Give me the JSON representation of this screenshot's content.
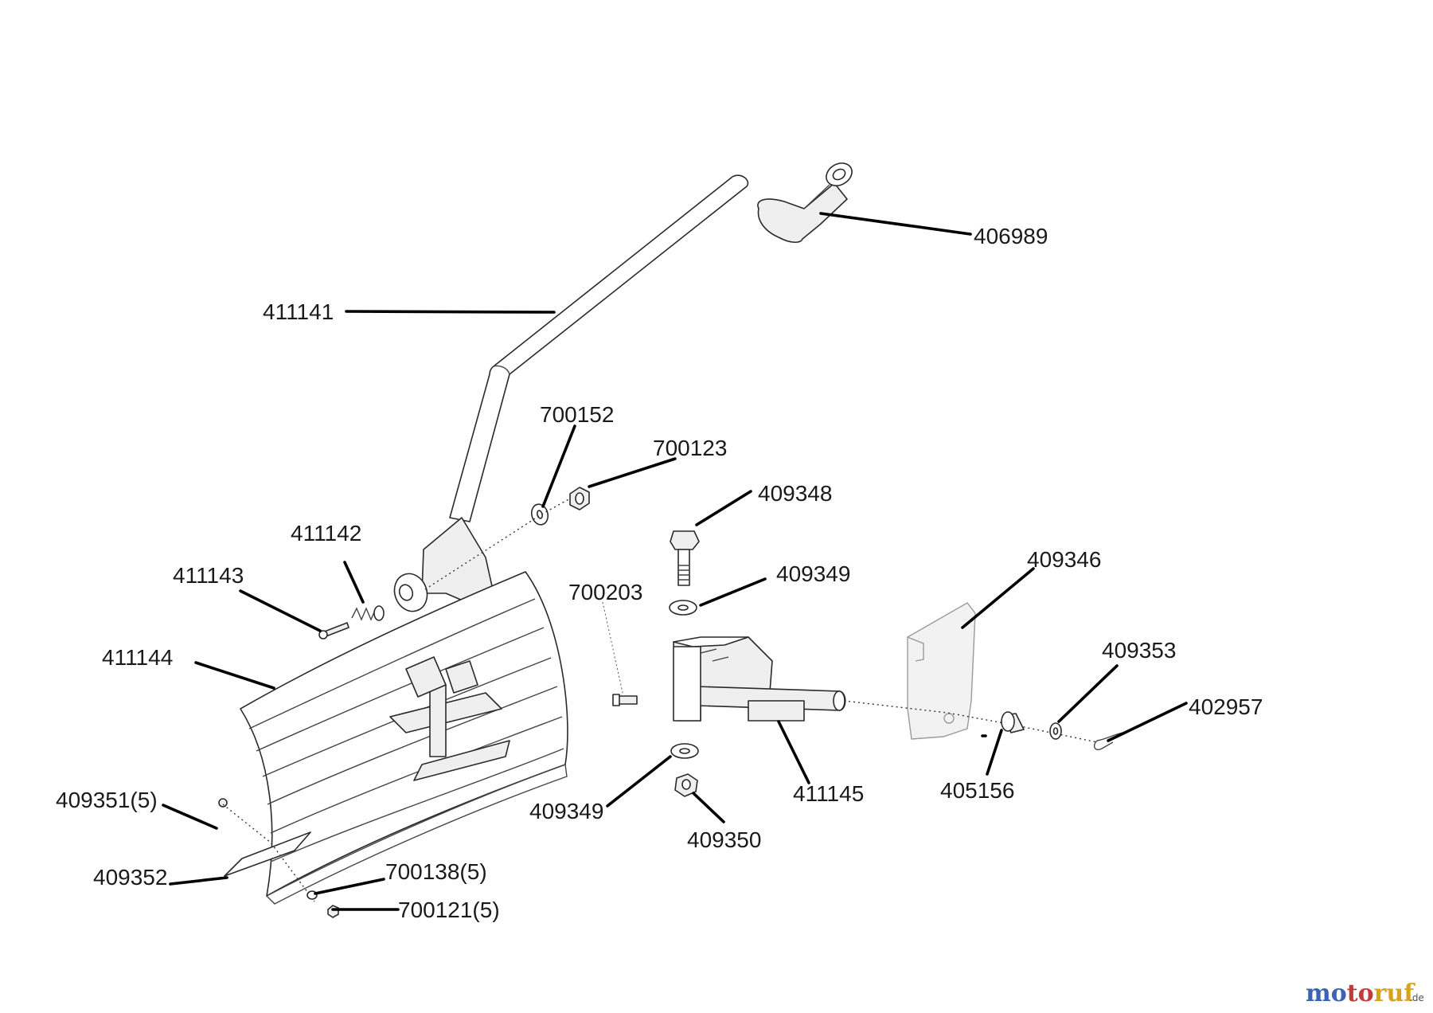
{
  "diagram": {
    "parts": [
      {
        "key": "406989",
        "label": "406989",
        "name": "handle-grip"
      },
      {
        "key": "411141",
        "label": "411141",
        "name": "push-handle-bar"
      },
      {
        "key": "700152",
        "label": "700152",
        "name": "washer"
      },
      {
        "key": "700123",
        "label": "700123",
        "name": "lock-nut"
      },
      {
        "key": "409348",
        "label": "409348",
        "name": "pivot-bolt"
      },
      {
        "key": "411142",
        "label": "411142",
        "name": "tension-spring"
      },
      {
        "key": "411143",
        "label": "411143",
        "name": "spring-screw"
      },
      {
        "key": "409349a",
        "label": "409349",
        "name": "upper-washer"
      },
      {
        "key": "700203",
        "label": "700203",
        "name": "grease-nipple"
      },
      {
        "key": "409346",
        "label": "409346",
        "name": "mounting-plate"
      },
      {
        "key": "411144",
        "label": "411144",
        "name": "blade"
      },
      {
        "key": "409353",
        "label": "409353",
        "name": "pin-washer"
      },
      {
        "key": "402957",
        "label": "402957",
        "name": "hair-pin-clip"
      },
      {
        "key": "409351",
        "label": "409351(5)",
        "name": "carriage-bolt"
      },
      {
        "key": "411145",
        "label": "411145",
        "name": "pivot-bracket"
      },
      {
        "key": "405156",
        "label": "405156",
        "name": "bushing"
      },
      {
        "key": "409349b",
        "label": "409349",
        "name": "lower-washer"
      },
      {
        "key": "409350",
        "label": "409350",
        "name": "pivot-nut"
      },
      {
        "key": "409352",
        "label": "409352",
        "name": "wear-strip"
      },
      {
        "key": "700138",
        "label": "700138(5)",
        "name": "blade-washer"
      },
      {
        "key": "700121",
        "label": "700121(5)",
        "name": "blade-nut"
      }
    ]
  },
  "watermark": {
    "text_a": "mo",
    "text_b": "to",
    "text_c": "ruf",
    "tld": ".de",
    "colors": {
      "a": "#3b63b0",
      "b": "#c23b3b",
      "c": "#d9a21b"
    }
  }
}
